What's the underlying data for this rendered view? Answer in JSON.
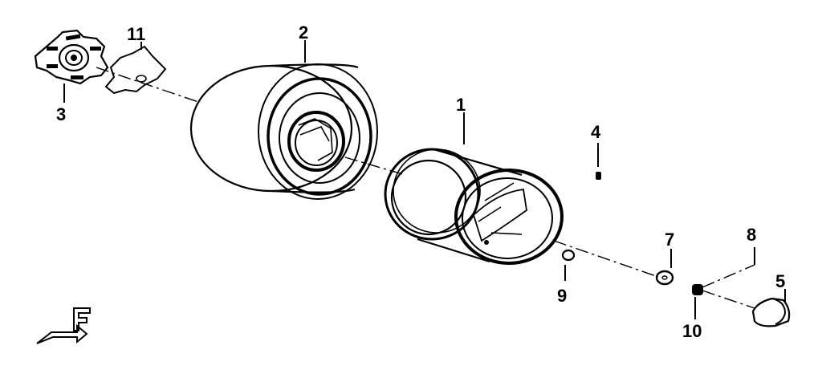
{
  "labels": {
    "p1": "1",
    "p2": "2",
    "p3": "3",
    "p4": "4",
    "p5": "5",
    "p7": "7",
    "p8": "8",
    "p9": "9",
    "p10": "10",
    "p11": "11"
  },
  "icons": {
    "front_arrow": "front-direction-arrow-icon"
  }
}
